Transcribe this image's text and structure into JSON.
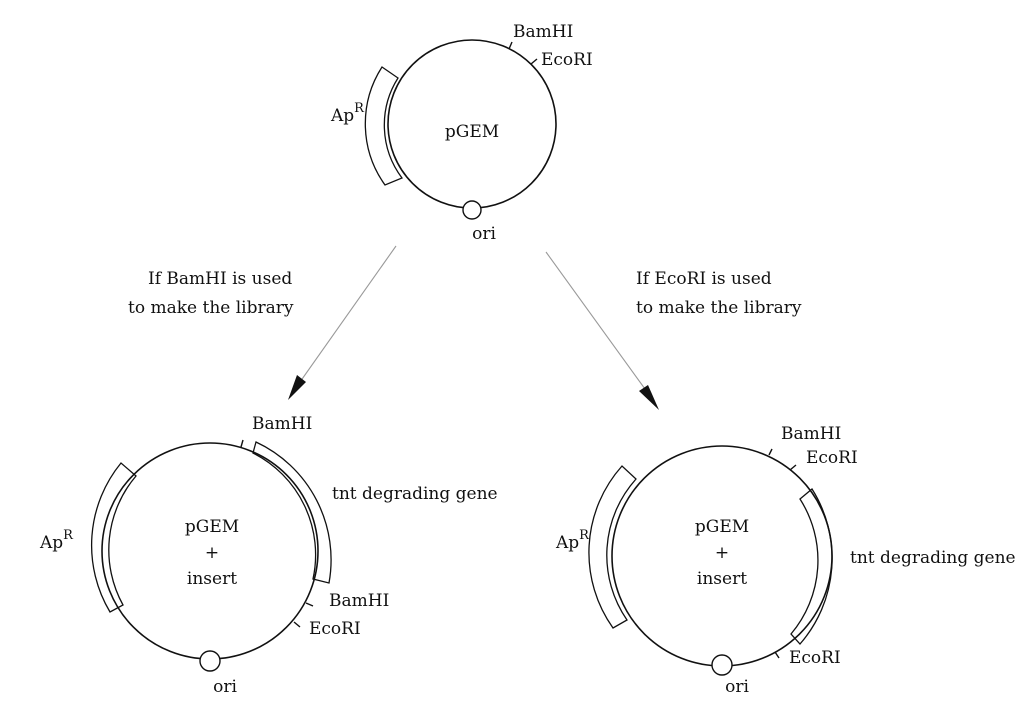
{
  "top_plasmid": {
    "name": "pGEM",
    "site_1": "BamHI",
    "site_2": "EcoRI",
    "marker": "Ap",
    "marker_sup": "R",
    "origin": "ori"
  },
  "left_branch": {
    "caption_line1": "If BamHI is used",
    "caption_line2": "to make the library"
  },
  "right_branch": {
    "caption_line1": "If EcoRI is used",
    "caption_line2": "to make the library"
  },
  "left_plasmid": {
    "name_line1": "pGEM",
    "name_line2": "+",
    "name_line3": "insert",
    "site_top": "BamHI",
    "site_bottom_1": "BamHI",
    "site_bottom_2": "EcoRI",
    "gene": "tnt degrading gene",
    "marker": "Ap",
    "marker_sup": "R",
    "origin": "ori"
  },
  "right_plasmid": {
    "name_line1": "pGEM",
    "name_line2": "+",
    "name_line3": "insert",
    "site_1": "BamHI",
    "site_2": "EcoRI",
    "site_bottom": "EcoRI",
    "gene": "tnt degrading gene",
    "marker": "Ap",
    "marker_sup": "R",
    "origin": "ori"
  }
}
